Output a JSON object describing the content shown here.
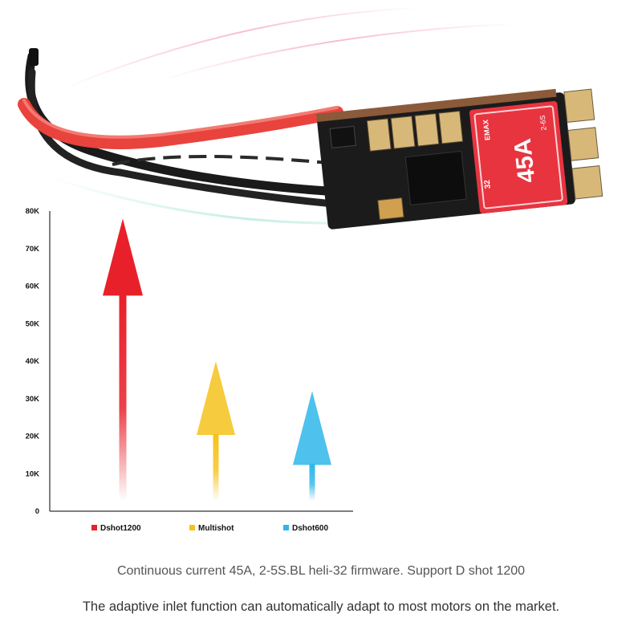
{
  "product": {
    "label_rating": "45A",
    "label_brand": "EMAX",
    "label_cells": "2-6S",
    "label_side": "32",
    "colors": {
      "red": "#e8343f",
      "pcb": "#1b1b1b",
      "pad": "#d8b878"
    }
  },
  "chart_data": {
    "type": "bar",
    "categories": [
      "Dshot1200",
      "Multishot",
      "Dshot600"
    ],
    "values": [
      78000,
      40000,
      32000
    ],
    "ylim": [
      0,
      80000
    ],
    "y_ticks": [
      "0",
      "10K",
      "20K",
      "30K",
      "40K",
      "50K",
      "60K",
      "70K",
      "80K"
    ],
    "title": "",
    "xlabel": "",
    "ylabel": "",
    "grid": false,
    "legend": "bottom",
    "series_colors": [
      "#e8202a",
      "#f5c21b",
      "#2fb6ea"
    ]
  },
  "captions": {
    "line1": "Continuous current 45A, 2-5S.BL heli-32 firmware. Support D shot 1200",
    "line2": "The adaptive inlet function can automatically adapt to most motors on the market."
  }
}
